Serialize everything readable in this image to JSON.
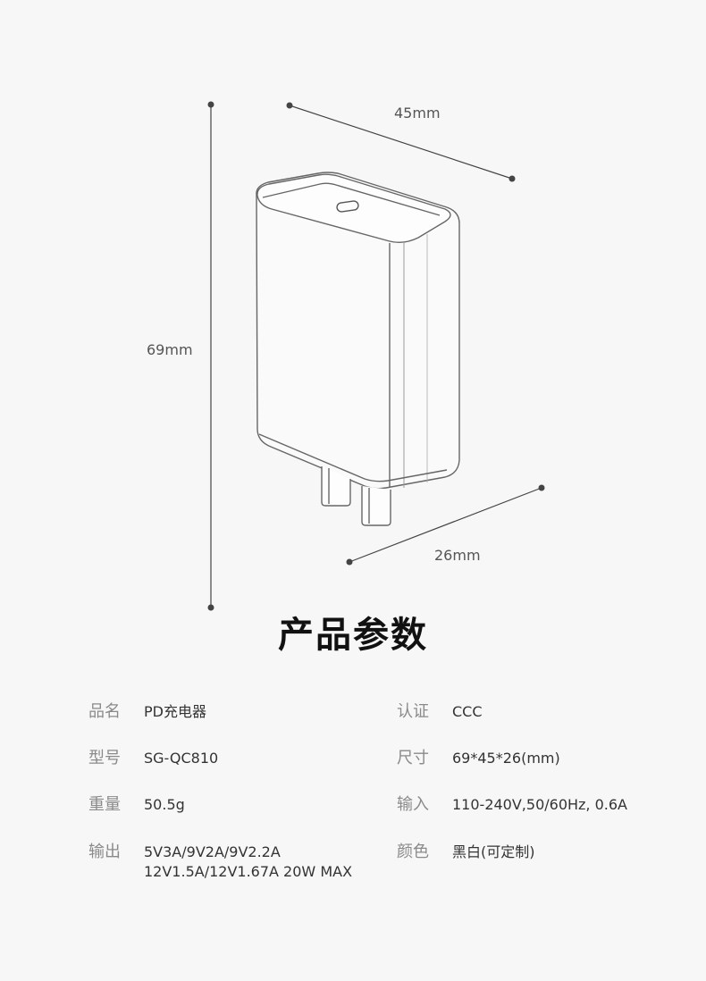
{
  "dimensions": {
    "width": "45mm",
    "height": "69mm",
    "depth": "26mm"
  },
  "section_title": "产品参数",
  "specs_left": [
    {
      "label": "品名",
      "value": [
        "PD充电器"
      ]
    },
    {
      "label": "型号",
      "value": [
        "SG-QC810"
      ]
    },
    {
      "label": "重量",
      "value": [
        "50.5g"
      ]
    },
    {
      "label": "输出",
      "value": [
        "5V3A/9V2A/9V2.2A",
        "12V1.5A/12V1.67A 20W MAX"
      ]
    }
  ],
  "specs_right": [
    {
      "label": "认证",
      "value": [
        "CCC"
      ]
    },
    {
      "label": "尺寸",
      "value": [
        "69*45*26(mm)"
      ]
    },
    {
      "label": "输入",
      "value": [
        "110-240V,50/60Hz, 0.6A"
      ]
    },
    {
      "label": "颜色",
      "value": [
        "黑白(可定制)"
      ]
    }
  ]
}
